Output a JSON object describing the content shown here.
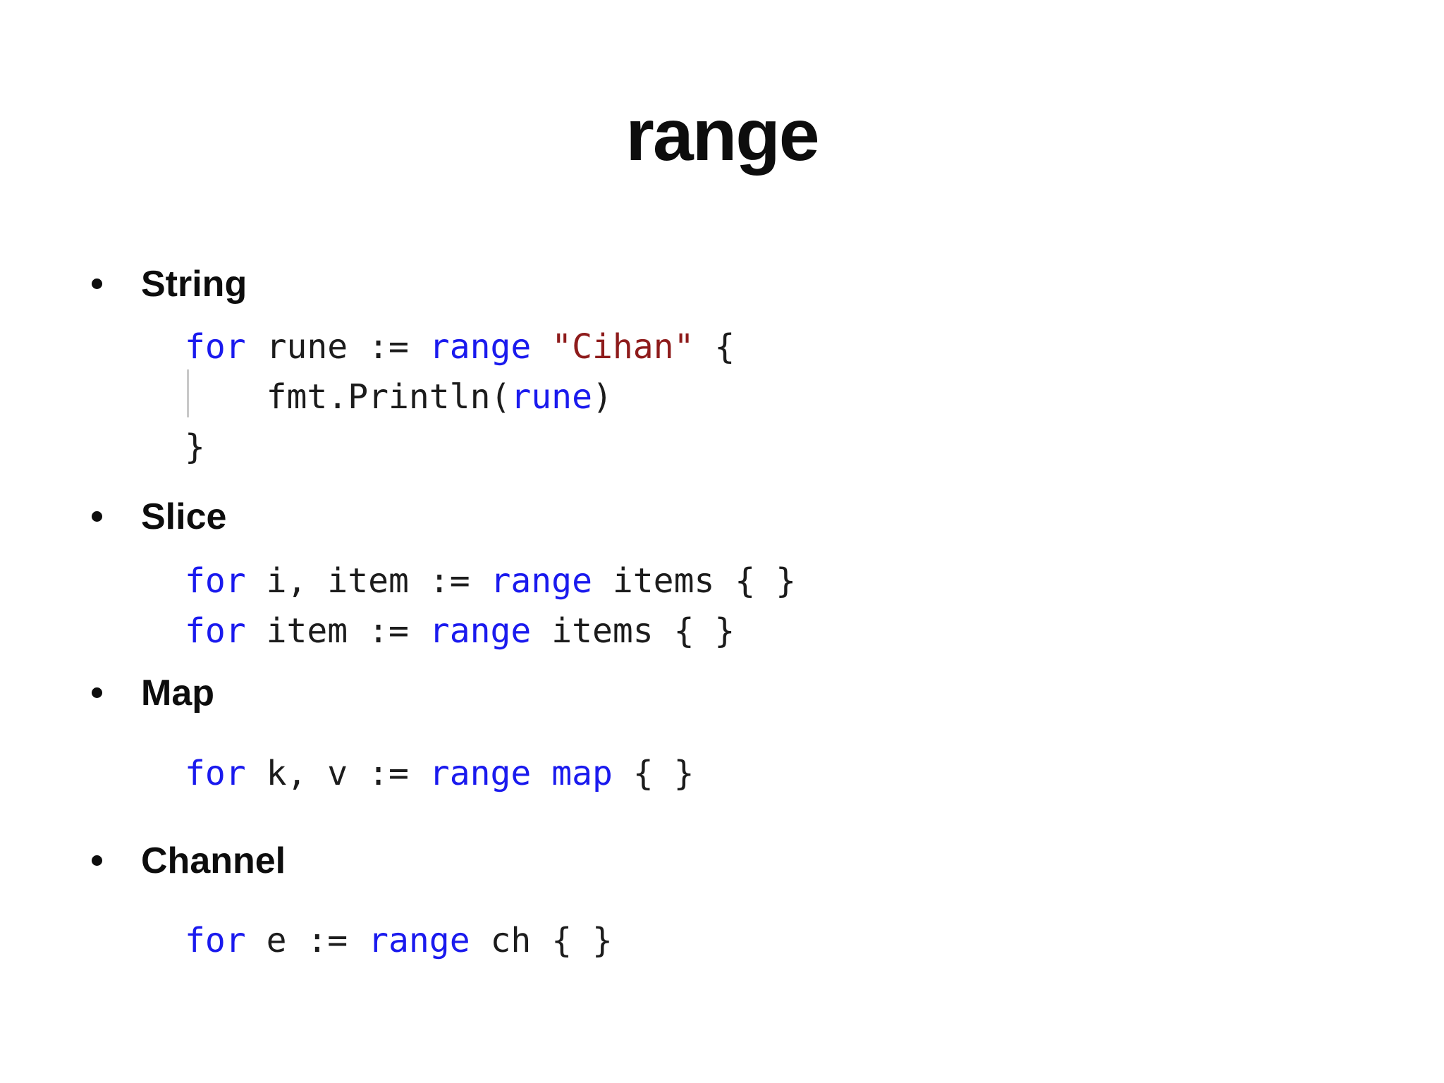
{
  "slide": {
    "title": "range",
    "colors": {
      "keyword_blue": "#1a1aee",
      "string_red": "#8e1b1b",
      "code_black": "#1c1c1c",
      "heading_black": "#0d0d0d",
      "indent_guide_gray": "#c8c8c8",
      "background": "#ffffff"
    },
    "sections": [
      {
        "label": "String",
        "code_lines": [
          {
            "tokens": [
              {
                "text": "for",
                "color": "keyword_blue"
              },
              {
                "text": " rune := ",
                "color": "code_black"
              },
              {
                "text": "range",
                "color": "keyword_blue"
              },
              {
                "text": " ",
                "color": "code_black"
              },
              {
                "text": "\"Cihan\"",
                "color": "string_red"
              },
              {
                "text": " {",
                "color": "code_black"
              }
            ]
          },
          {
            "indent_guide": true,
            "tokens": [
              {
                "text": "    fmt.Println(",
                "color": "code_black"
              },
              {
                "text": "rune",
                "color": "keyword_blue"
              },
              {
                "text": ")",
                "color": "code_black"
              }
            ]
          },
          {
            "tokens": [
              {
                "text": "}",
                "color": "code_black"
              }
            ]
          }
        ]
      },
      {
        "label": "Slice",
        "code_lines": [
          {
            "tokens": [
              {
                "text": "for",
                "color": "keyword_blue"
              },
              {
                "text": " i, item := ",
                "color": "code_black"
              },
              {
                "text": "range",
                "color": "keyword_blue"
              },
              {
                "text": " items { }",
                "color": "code_black"
              }
            ]
          },
          {
            "tokens": [
              {
                "text": "for",
                "color": "keyword_blue"
              },
              {
                "text": " item := ",
                "color": "code_black"
              },
              {
                "text": "range",
                "color": "keyword_blue"
              },
              {
                "text": " items { }",
                "color": "code_black"
              }
            ]
          }
        ]
      },
      {
        "label": "Map",
        "code_lines": [
          {
            "tokens": [
              {
                "text": "for",
                "color": "keyword_blue"
              },
              {
                "text": " k, v := ",
                "color": "code_black"
              },
              {
                "text": "range map",
                "color": "keyword_blue"
              },
              {
                "text": " { }",
                "color": "code_black"
              }
            ]
          }
        ]
      },
      {
        "label": "Channel",
        "code_lines": [
          {
            "tokens": [
              {
                "text": "for",
                "color": "keyword_blue"
              },
              {
                "text": " e := ",
                "color": "code_black"
              },
              {
                "text": "range",
                "color": "keyword_blue"
              },
              {
                "text": " ch { }",
                "color": "code_black"
              }
            ]
          }
        ]
      }
    ]
  }
}
